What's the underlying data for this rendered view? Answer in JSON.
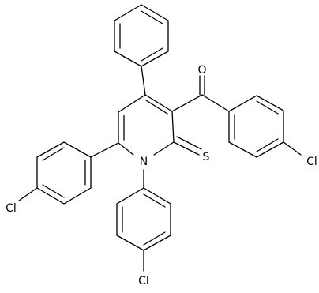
{
  "molecule": {
    "atoms": {
      "o_carbonyl": "O",
      "n_ring": "N",
      "s_thione": "S",
      "cl_benzoyl": "Cl",
      "cl_left_aryl": "Cl",
      "cl_bottom_aryl": "Cl"
    }
  }
}
